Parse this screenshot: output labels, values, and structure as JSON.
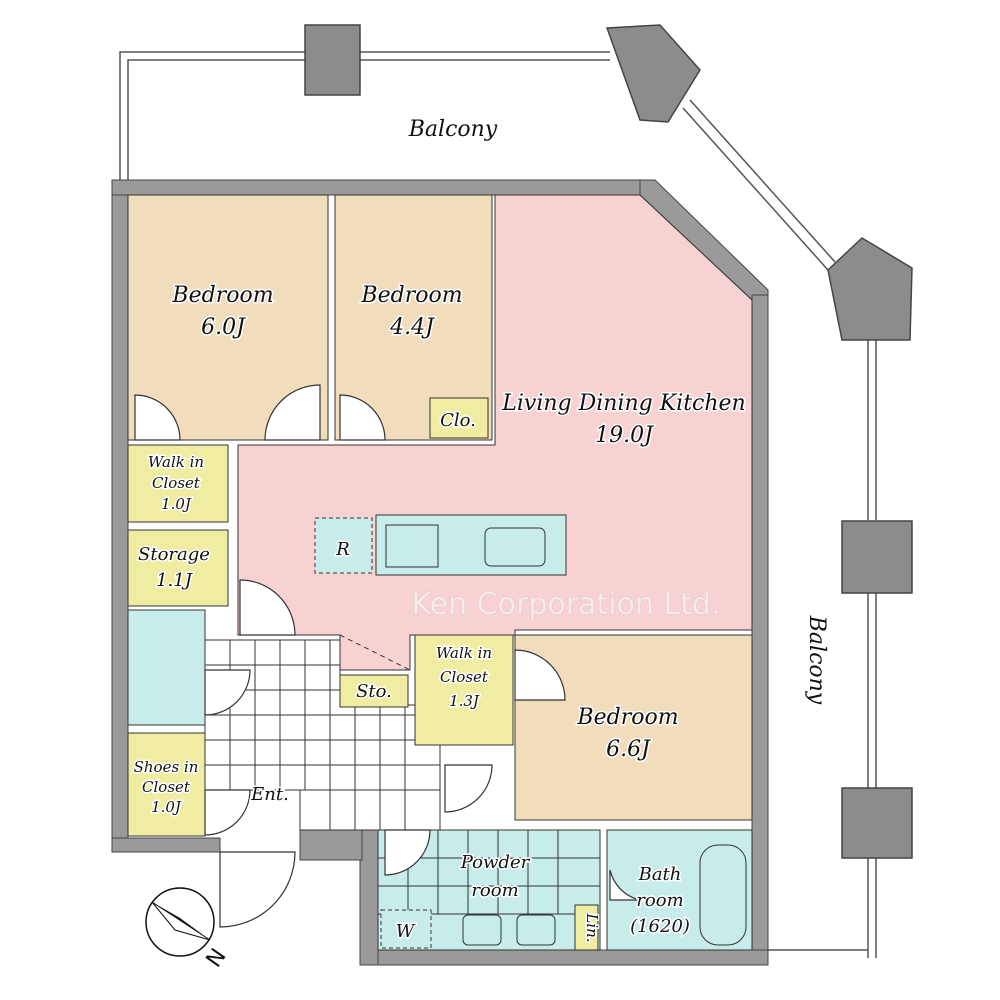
{
  "balcony_labels": [
    "Balcony",
    "Balcony"
  ],
  "rooms": {
    "bedroom1": {
      "name": "Bedroom",
      "size": "6.0J"
    },
    "bedroom2": {
      "name": "Bedroom",
      "size": "4.4J"
    },
    "bedroom3": {
      "name": "Bedroom",
      "size": "6.6J"
    },
    "ldk": {
      "name": "Living Dining Kitchen",
      "size": "19.0J"
    },
    "closet": {
      "name": "Clo."
    },
    "walk_in_closet1": {
      "line1": "Walk in",
      "line2": "Closet",
      "size": "1.0J"
    },
    "walk_in_closet2": {
      "line1": "Walk in",
      "line2": "Closet",
      "size": "1.3J"
    },
    "storage": {
      "name": "Storage",
      "size": "1.1J"
    },
    "shoes_closet": {
      "line1": "Shoes in",
      "line2": "Closet",
      "size": "1.0J"
    },
    "sto": {
      "name": "Sto."
    },
    "entrance": {
      "name": "Ent."
    },
    "refrigerator": {
      "name": "R"
    },
    "powder_room": {
      "line1": "Powder",
      "line2": "room"
    },
    "washer": {
      "name": "W"
    },
    "linen": {
      "name": "Lin."
    },
    "bathroom": {
      "line1": "Bath",
      "line2": "room",
      "size": "(1620)"
    }
  },
  "compass": {
    "label": "N"
  },
  "watermark": "Ken Corporation Ltd.",
  "colors": {
    "bedroom": "#f1dcbc",
    "ldk": "#f8d2d2",
    "closet": "#f0eca2",
    "tile": "#c8ecea",
    "wall": "#9a9a9a"
  }
}
